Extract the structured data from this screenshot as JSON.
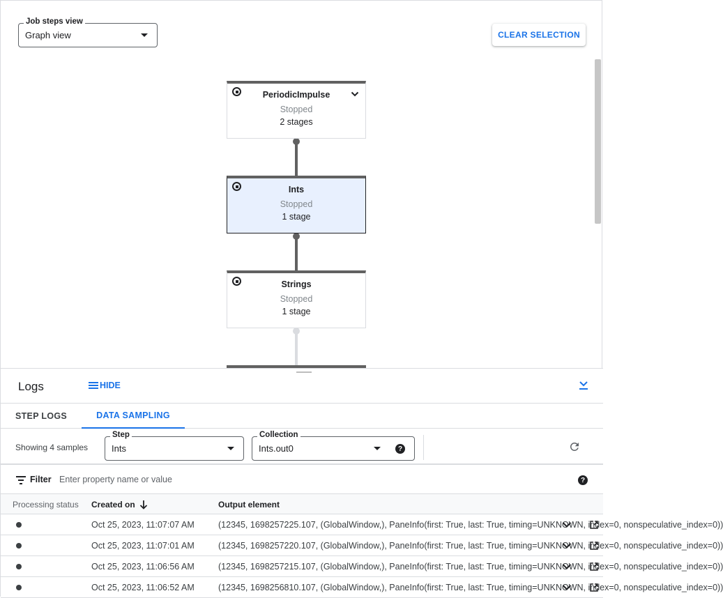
{
  "job_steps_view": {
    "label": "Job steps view",
    "value": "Graph view"
  },
  "clear_selection_label": "CLEAR SELECTION",
  "graph": {
    "nodes": [
      {
        "title": "PeriodicImpulse",
        "status": "Stopped",
        "stages": "2 stages"
      },
      {
        "title": "Ints",
        "status": "Stopped",
        "stages": "1 stage"
      },
      {
        "title": "Strings",
        "status": "Stopped",
        "stages": "1 stage"
      }
    ]
  },
  "logs": {
    "title": "Logs",
    "hide_label": "HIDE",
    "tabs": [
      {
        "label": "STEP LOGS"
      },
      {
        "label": "DATA SAMPLING"
      }
    ],
    "showing": "Showing 4 samples",
    "step": {
      "label": "Step",
      "value": "Ints"
    },
    "collection": {
      "label": "Collection",
      "value": "Ints.out0"
    },
    "filter": {
      "label": "Filter",
      "placeholder": "Enter property name or value"
    },
    "table": {
      "headers": {
        "processing_status": "Processing status",
        "created_on": "Created on",
        "output_element": "Output element"
      },
      "rows": [
        {
          "created": "Oct 25, 2023, 11:07:07 AM",
          "output": "(12345, 1698257225.107, (GlobalWindow,), PaneInfo(first: True, last: True, timing=UNKNOWN, index=0, nonspeculative_index=0))"
        },
        {
          "created": "Oct 25, 2023, 11:07:01 AM",
          "output": "(12345, 1698257220.107, (GlobalWindow,), PaneInfo(first: True, last: True, timing=UNKNOWN, index=0, nonspeculative_index=0))"
        },
        {
          "created": "Oct 25, 2023, 11:06:56 AM",
          "output": "(12345, 1698257215.107, (GlobalWindow,), PaneInfo(first: True, last: True, timing=UNKNOWN, index=0, nonspeculative_index=0))"
        },
        {
          "created": "Oct 25, 2023, 11:06:52 AM",
          "output": "(12345, 1698256810.107, (GlobalWindow,), PaneInfo(first: True, last: True, timing=UNKNOWN, index=0, nonspeculative_index=0))"
        }
      ]
    }
  },
  "colors": {
    "accent": "#1a73e8",
    "selected_node_bg": "#e8f0fe",
    "node_header": "#616161"
  },
  "icons": {
    "node_status": "stop-circle-icon",
    "expand_node": "chevron-down-icon",
    "hide": "list-icon",
    "collapse_panel": "collapse-down-icon",
    "refresh": "refresh-icon",
    "filter": "filter-icon",
    "help": "help-icon",
    "sort": "arrow-down-icon",
    "row_expand": "chevron-down-icon",
    "row_open": "open-in-new-icon",
    "row_status": "dot-icon"
  }
}
